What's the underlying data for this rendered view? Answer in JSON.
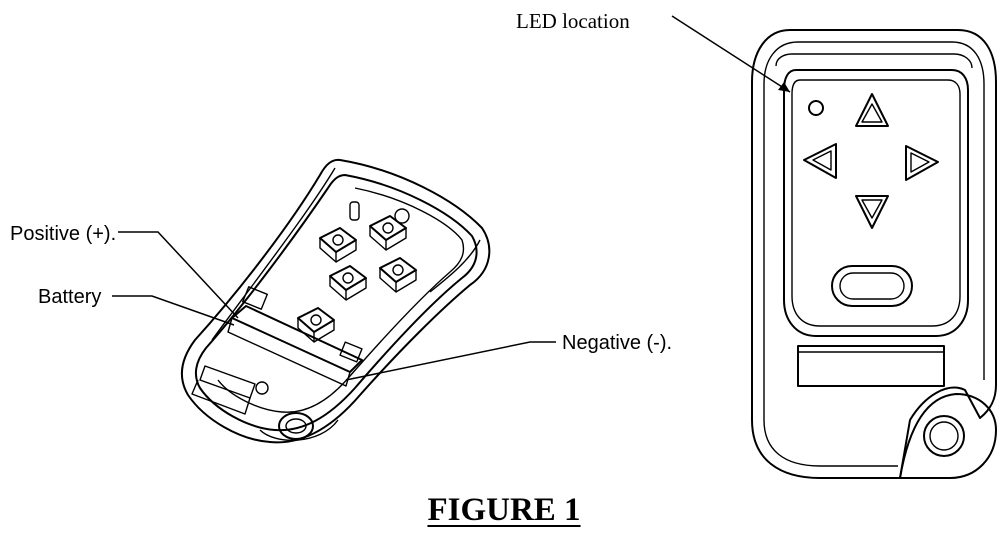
{
  "labels": {
    "positive": "Positive (+).",
    "battery": "Battery",
    "negative": "Negative (-).",
    "led_location": "LED location"
  },
  "caption": "FIGURE 1"
}
